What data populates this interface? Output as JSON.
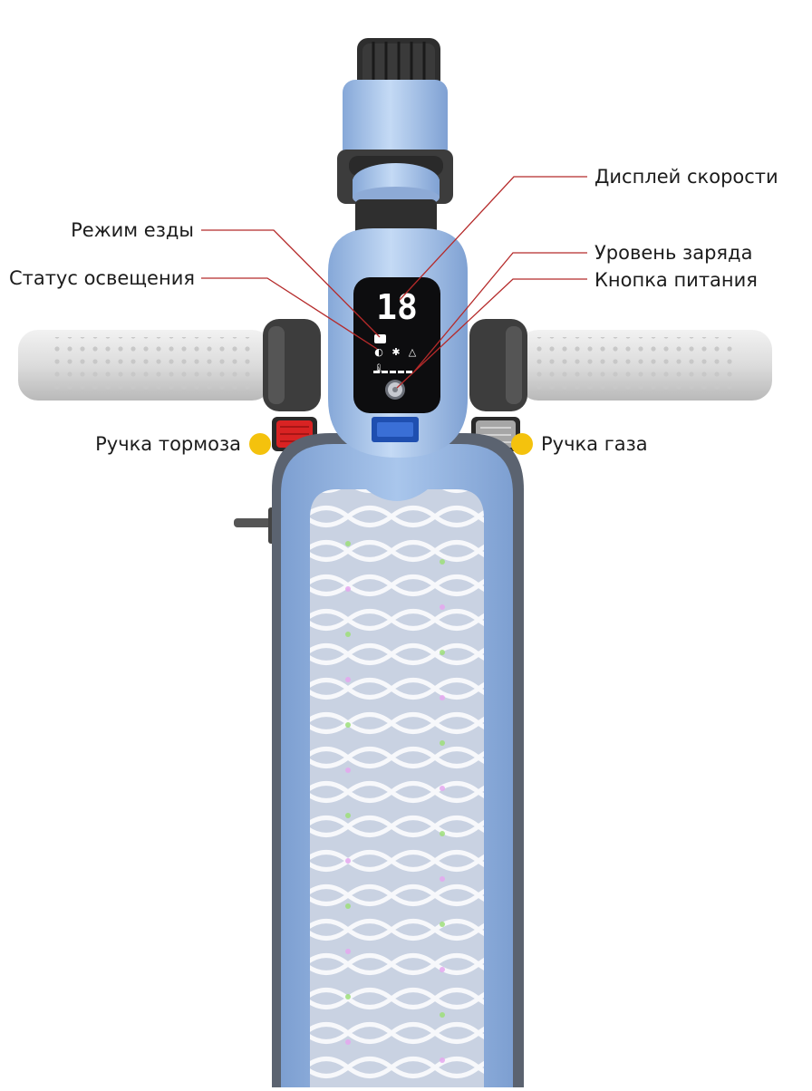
{
  "display": {
    "speed": "18"
  },
  "callouts": {
    "speed_display": "Дисплей скорости",
    "ride_mode": "Режим езды",
    "battery_level": "Уровень заряда",
    "light_status": "Статус освещения",
    "power_button": "Кнопка питания",
    "brake_lever": "Ручка тормоза",
    "throttle": "Ручка газа"
  },
  "colors": {
    "scooter_body": "#a9c6ec",
    "leader_line": "#b52a2a",
    "marker_dot": "#f4c20d",
    "brake_accent": "#d92323",
    "display_digits": "#ffffff"
  }
}
